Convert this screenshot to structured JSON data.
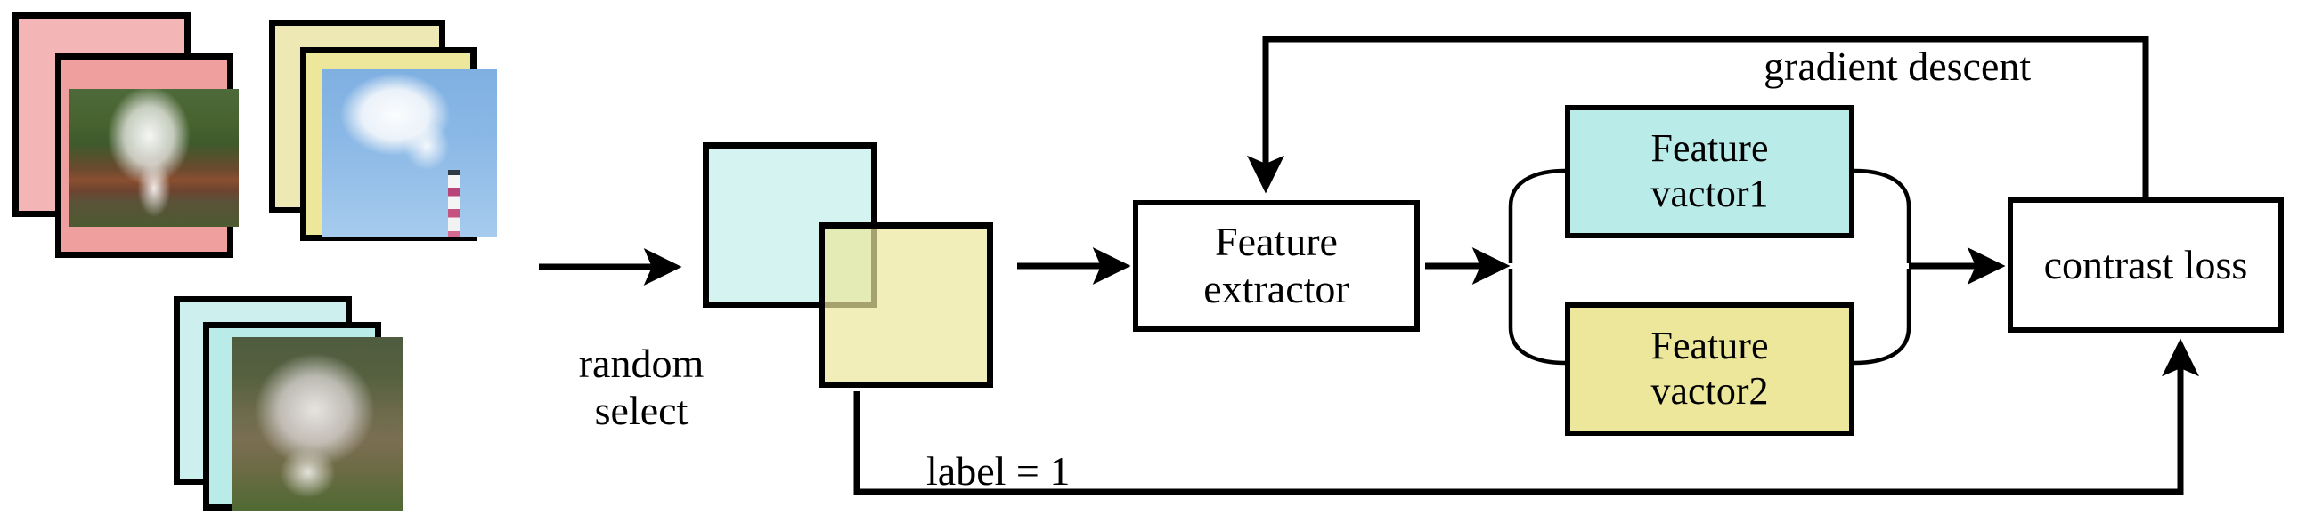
{
  "diagram": {
    "title": "Contrastive learning pipeline",
    "colors": {
      "cyan_fill": "#b9ebe9",
      "cyan_fill_translucent": "#cdefee",
      "yellow_fill": "#ece79b",
      "yellow_fill_translucent": "#eee9b4",
      "red_fill": "#f2a8a8",
      "red_fill_light": "#f3b5b5",
      "stroke": "#000000",
      "background": "#ffffff"
    }
  },
  "sample_stacks": [
    {
      "id": "positive-pair-red",
      "color": "#f2a8a8",
      "card_count": 2,
      "photo_name": "village-smoke-photo"
    },
    {
      "id": "positive-pair-yellow",
      "color": "#ece79b",
      "card_count": 2,
      "photo_name": "chimney-smoke-photo"
    },
    {
      "id": "positive-pair-cyan",
      "color": "#b9ebe9",
      "card_count": 2,
      "photo_name": "hillside-smoke-photo"
    }
  ],
  "labels": {
    "random_select": "random\nselect",
    "gradient_descent": "gradient descent",
    "label_equals": "label = 1"
  },
  "nodes": {
    "feature_extractor": "Feature\nextractor",
    "feature_vector_1": "Feature\nvactor1",
    "feature_vector_2": "Feature\nvactor2",
    "contrast_loss": "contrast loss"
  },
  "selected_pair": {
    "square_a": {
      "name": "selected-sample-cyan",
      "color": "#cdefee"
    },
    "square_b": {
      "name": "selected-sample-yellow",
      "color": "#eee9b4"
    }
  },
  "arrows": [
    {
      "name": "arrow-stacks-to-selection",
      "from": "sample-stacks",
      "to": "selected-pair"
    },
    {
      "name": "arrow-selection-to-extractor",
      "from": "selected-pair",
      "to": "feature-extractor"
    },
    {
      "name": "arrow-extractor-to-vectors",
      "from": "feature-extractor",
      "to": "feature-vectors"
    },
    {
      "name": "arrow-vectors-to-loss",
      "from": "feature-vectors",
      "to": "contrast-loss"
    },
    {
      "name": "arrow-gradient-descent-feedback",
      "from": "contrast-loss",
      "to": "feature-extractor"
    },
    {
      "name": "arrow-label-to-loss",
      "from": "selected-pair",
      "to": "contrast-loss"
    }
  ]
}
